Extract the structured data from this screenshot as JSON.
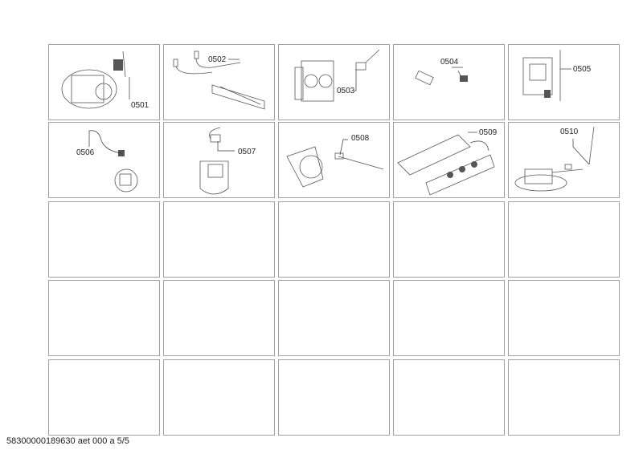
{
  "grid": {
    "rows": 5,
    "columns": 5,
    "parts": [
      {
        "number": "0501",
        "icon": "motor-icon"
      },
      {
        "number": "0502",
        "icon": "heating-element-icon"
      },
      {
        "number": "0503",
        "icon": "valve-icon"
      },
      {
        "number": "0504",
        "icon": "connector-icon"
      },
      {
        "number": "0505",
        "icon": "module-icon"
      },
      {
        "number": "0506",
        "icon": "pressure-switch-icon"
      },
      {
        "number": "0507",
        "icon": "suppressor-icon"
      },
      {
        "number": "0508",
        "icon": "pump-icon"
      },
      {
        "number": "0509",
        "icon": "control-board-icon"
      },
      {
        "number": "0510",
        "icon": "sensor-icon"
      }
    ]
  },
  "footer": {
    "document_id": "58300000189630 aet 000 a 5/5"
  },
  "colors": {
    "border": "#a0a0a0",
    "drawing": "#555555"
  }
}
